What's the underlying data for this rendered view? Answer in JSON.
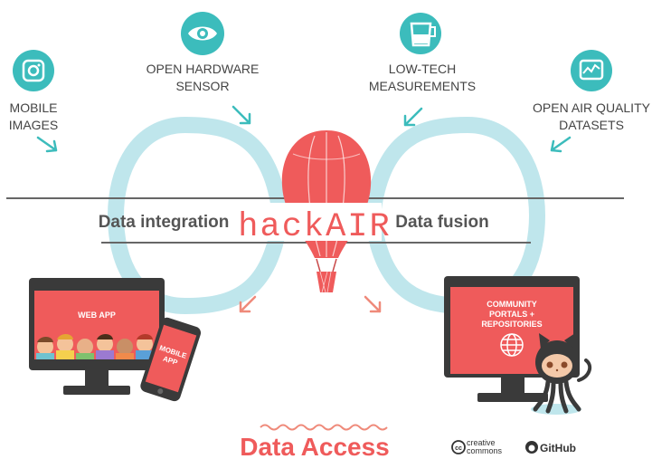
{
  "sources": [
    {
      "icon": "camera-icon",
      "lines": [
        "MOBILE",
        "IMAGES"
      ]
    },
    {
      "icon": "eye-icon",
      "lines": [
        "OPEN HARDWARE",
        "SENSOR"
      ]
    },
    {
      "icon": "beaker-icon",
      "lines": [
        "LOW-TECH",
        "MEASUREMENTS"
      ]
    },
    {
      "icon": "dataset-chart-icon",
      "lines": [
        "OPEN AIR QUALITY",
        "DATASETS"
      ]
    }
  ],
  "center": {
    "left_label": "Data integration",
    "brand": "hackAIR",
    "right_label": "Data fusion"
  },
  "outputs": {
    "web_app": "WEB APP",
    "mobile_app": [
      "MOBILE",
      "APP"
    ],
    "community": [
      "COMMUNITY",
      "PORTALS +",
      "REPOSITORIES"
    ]
  },
  "footer": {
    "title": "Data Access",
    "cc_logo": [
      "creative",
      "commons"
    ],
    "github_logo": "GitHub"
  },
  "colors": {
    "teal": "#3cbcbc",
    "coral": "#ef5b5b",
    "loop": "#bfe6ec",
    "dark": "#3a3a3a"
  }
}
